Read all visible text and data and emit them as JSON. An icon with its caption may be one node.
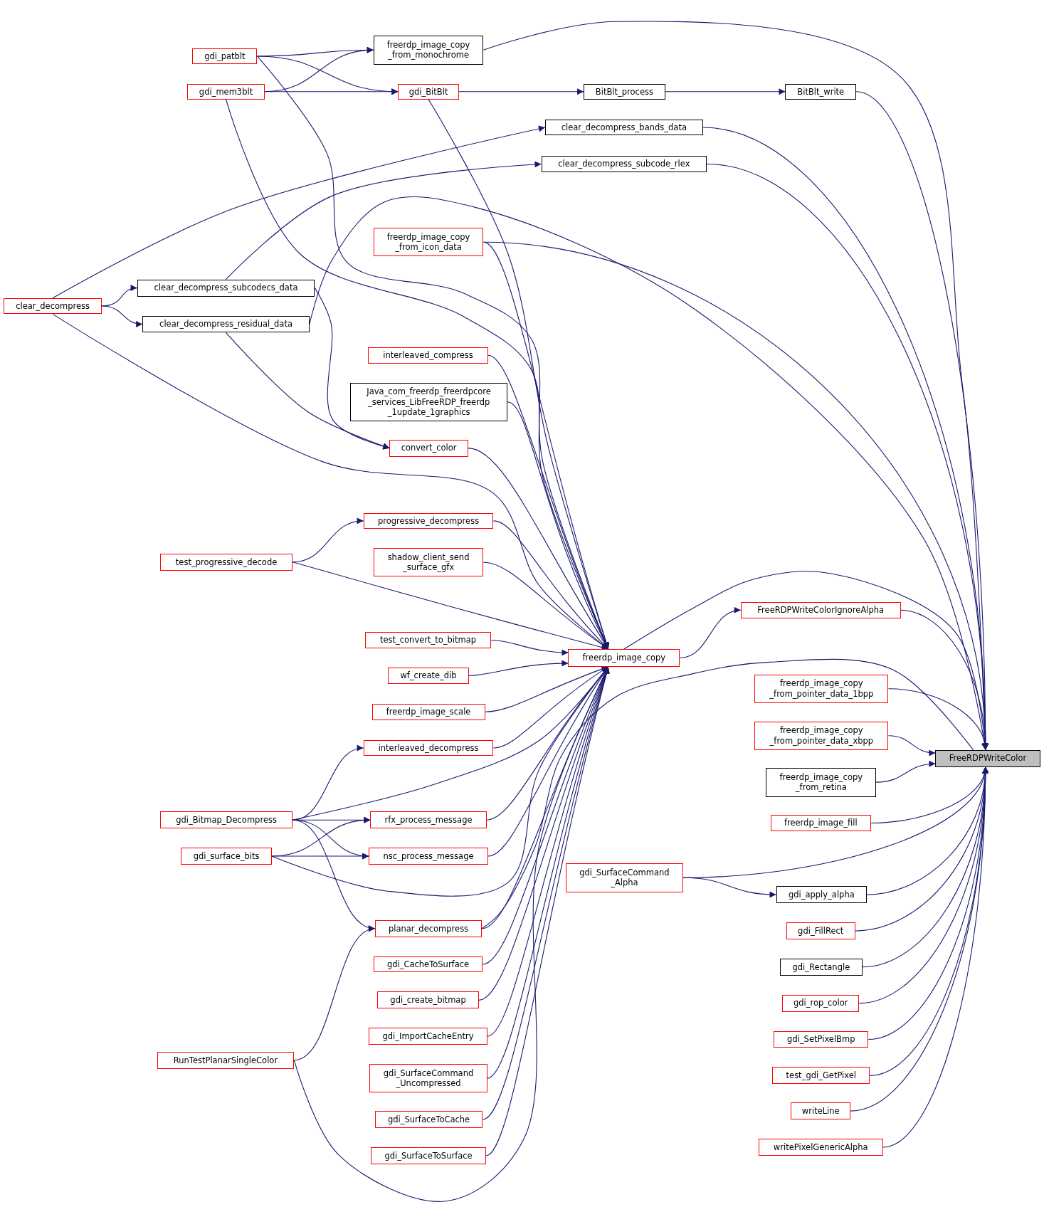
{
  "diagram": {
    "nodes": [
      {
        "text": [
          "freerdp_image_copy _from_monochrome"
        ]
      },
      {
        "text": [
          "gdi_patblt"
        ]
      },
      {
        "text": [
          "gdi_mem3blt"
        ]
      },
      {
        "text": [
          "gdi_BitBlt"
        ]
      },
      {
        "text": [
          "BitBlt_process"
        ]
      },
      {
        "text": [
          "BitBlt_write"
        ]
      },
      {
        "text": [
          "clear_decompress_bands_data"
        ]
      },
      {
        "text": [
          "clear_decompress_subcode_rlex"
        ]
      },
      {
        "text": [
          "freerdp_image_copy _from_icon_data"
        ]
      },
      {
        "text": [
          "clear_decompress"
        ]
      },
      {
        "text": [
          "clear_decompress_subcodecs_data"
        ]
      },
      {
        "text": [
          "clear_decompress_residual_data"
        ]
      },
      {
        "text": [
          "interleaved_compress"
        ]
      },
      {
        "text": [
          "Java_com_freerdp_freerdpcore _services_LibFreeRDP_freerdp _1update_1graphics"
        ]
      },
      {
        "text": [
          "convert_color"
        ]
      },
      {
        "text": [
          "progressive_decompress"
        ]
      },
      {
        "text": [
          "test_progressive_decode"
        ]
      },
      {
        "text": [
          "shadow_client_send _surface_gfx"
        ]
      },
      {
        "text": [
          "test_convert_to_bitmap"
        ]
      },
      {
        "text": [
          "freerdp_image_copy"
        ]
      },
      {
        "text": [
          "wf_create_dib"
        ]
      },
      {
        "text": [
          "freerdp_image_scale"
        ]
      },
      {
        "text": [
          "interleaved_decompress"
        ]
      },
      {
        "text": [
          "gdi_Bitmap_Decompress"
        ]
      },
      {
        "text": [
          "rfx_process_message"
        ]
      },
      {
        "text": [
          "gdi_surface_bits"
        ]
      },
      {
        "text": [
          "nsc_process_message"
        ]
      },
      {
        "text": [
          "planar_decompress"
        ]
      },
      {
        "text": [
          "gdi_CacheToSurface"
        ]
      },
      {
        "text": [
          "gdi_create_bitmap"
        ]
      },
      {
        "text": [
          "RunTestPlanarSingleColor"
        ]
      },
      {
        "text": [
          "gdi_ImportCacheEntry"
        ]
      },
      {
        "text": [
          "gdi_SurfaceCommand _Uncompressed"
        ]
      },
      {
        "text": [
          "gdi_SurfaceToCache"
        ]
      },
      {
        "text": [
          "gdi_SurfaceToSurface"
        ]
      },
      {
        "text": [
          "FreeRDPWriteColorIgnoreAlpha"
        ]
      },
      {
        "text": [
          "FreeRDPWriteColor"
        ]
      },
      {
        "text": [
          "freerdp_image_copy _from_pointer_data_1bpp"
        ]
      },
      {
        "text": [
          "freerdp_image_copy _from_pointer_data_xbpp"
        ]
      },
      {
        "text": [
          "freerdp_image_copy _from_retina"
        ]
      },
      {
        "text": [
          "freerdp_image_fill"
        ]
      },
      {
        "text": [
          "gdi_SurfaceCommand _Alpha"
        ]
      },
      {
        "text": [
          "gdi_apply_alpha"
        ]
      },
      {
        "text": [
          "gdi_FillRect"
        ]
      },
      {
        "text": [
          "gdi_Rectangle"
        ]
      },
      {
        "text": [
          "gdi_rop_color"
        ]
      },
      {
        "text": [
          "gdi_SetPixelBmp"
        ]
      },
      {
        "text": [
          "test_gdi_GetPixel"
        ]
      },
      {
        "text": [
          "writeLine"
        ]
      },
      {
        "text": [
          "writePixelGenericAlpha"
        ]
      }
    ],
    "edges": [
      {
        "from": 0,
        "to": 36,
        "arrow": "to"
      },
      {
        "from": 1,
        "to": 0,
        "arrow": "to"
      },
      {
        "from": 2,
        "to": 0,
        "arrow": "to"
      },
      {
        "from": 1,
        "to": 3,
        "arrow": "to"
      },
      {
        "from": 2,
        "to": 3,
        "arrow": "to"
      },
      {
        "from": 3,
        "to": 4,
        "arrow": "to"
      },
      {
        "from": 4,
        "to": 5,
        "arrow": "to"
      },
      {
        "from": 5,
        "to": 36,
        "arrow": "to"
      },
      {
        "from": 1,
        "to": 19,
        "arrow": "to"
      },
      {
        "from": 2,
        "to": 19,
        "arrow": "to"
      },
      {
        "from": 3,
        "to": 19,
        "arrow": "to"
      },
      {
        "from": 6,
        "to": 36,
        "arrow": "to"
      },
      {
        "from": 7,
        "to": 36,
        "arrow": "to"
      },
      {
        "from": 9,
        "to": 6,
        "arrow": "to"
      },
      {
        "from": 10,
        "to": 7,
        "arrow": "to"
      },
      {
        "from": 11,
        "to": 36,
        "arrow": "to"
      },
      {
        "from": 8,
        "to": 36,
        "arrow": "to"
      },
      {
        "from": 8,
        "to": 19,
        "arrow": "to"
      },
      {
        "from": 9,
        "to": 10,
        "arrow": "to"
      },
      {
        "from": 9,
        "to": 11,
        "arrow": "to"
      },
      {
        "from": 9,
        "to": 19,
        "arrow": "to"
      },
      {
        "from": 10,
        "to": 14,
        "arrow": "to"
      },
      {
        "from": 11,
        "to": 14,
        "arrow": "to"
      },
      {
        "from": 12,
        "to": 19,
        "arrow": "to"
      },
      {
        "from": 13,
        "to": 19,
        "arrow": "to"
      },
      {
        "from": 14,
        "to": 19,
        "arrow": "to"
      },
      {
        "from": 15,
        "to": 19,
        "arrow": "to"
      },
      {
        "from": 16,
        "to": 15,
        "arrow": "to"
      },
      {
        "from": 16,
        "to": 19,
        "arrow": "to"
      },
      {
        "from": 17,
        "to": 19,
        "arrow": "to"
      },
      {
        "from": 18,
        "to": 19,
        "arrow": "to"
      },
      {
        "from": 20,
        "to": 19,
        "arrow": "to"
      },
      {
        "from": 21,
        "to": 19,
        "arrow": "to"
      },
      {
        "from": 22,
        "to": 19,
        "arrow": "to"
      },
      {
        "from": 19,
        "to": 36,
        "arrow": "to"
      },
      {
        "from": 19,
        "to": 35,
        "arrow": "to"
      },
      {
        "from": 35,
        "to": 36,
        "arrow": "to"
      },
      {
        "from": 23,
        "to": 22,
        "arrow": "to"
      },
      {
        "from": 23,
        "to": 19,
        "arrow": "to"
      },
      {
        "from": 23,
        "to": 24,
        "arrow": "to"
      },
      {
        "from": 23,
        "to": 26,
        "arrow": "to"
      },
      {
        "from": 23,
        "to": 27,
        "arrow": "to"
      },
      {
        "from": 25,
        "to": 24,
        "arrow": "to"
      },
      {
        "from": 25,
        "to": 26,
        "arrow": "to"
      },
      {
        "from": 25,
        "to": 19,
        "arrow": "to"
      },
      {
        "from": 24,
        "to": 19,
        "arrow": "to"
      },
      {
        "from": 26,
        "to": 19,
        "arrow": "to"
      },
      {
        "from": 27,
        "to": 19,
        "arrow": "to"
      },
      {
        "from": 28,
        "to": 19,
        "arrow": "to"
      },
      {
        "from": 29,
        "to": 19,
        "arrow": "to"
      },
      {
        "from": 31,
        "to": 19,
        "arrow": "to"
      },
      {
        "from": 32,
        "to": 19,
        "arrow": "to"
      },
      {
        "from": 33,
        "to": 19,
        "arrow": "to"
      },
      {
        "from": 34,
        "to": 19,
        "arrow": "to"
      },
      {
        "from": 30,
        "to": 27,
        "arrow": "to"
      },
      {
        "from": 30,
        "to": 19,
        "arrow": "to"
      },
      {
        "from": 27,
        "to": 36,
        "arrow": "to"
      },
      {
        "from": 37,
        "to": 36,
        "arrow": "to"
      },
      {
        "from": 38,
        "to": 36,
        "arrow": "to"
      },
      {
        "from": 39,
        "to": 36,
        "arrow": "to"
      },
      {
        "from": 40,
        "to": 36,
        "arrow": "to"
      },
      {
        "from": 41,
        "to": 36,
        "arrow": "to"
      },
      {
        "from": 41,
        "to": 42,
        "arrow": "to"
      },
      {
        "from": 42,
        "to": 36,
        "arrow": "to"
      },
      {
        "from": 43,
        "to": 36,
        "arrow": "to"
      },
      {
        "from": 44,
        "to": 36,
        "arrow": "to"
      },
      {
        "from": 45,
        "to": 36,
        "arrow": "to"
      },
      {
        "from": 46,
        "to": 36,
        "arrow": "to"
      },
      {
        "from": 47,
        "to": 36,
        "arrow": "to"
      },
      {
        "from": 48,
        "to": 36,
        "arrow": "to"
      },
      {
        "from": 49,
        "to": 36,
        "arrow": "to"
      }
    ]
  }
}
